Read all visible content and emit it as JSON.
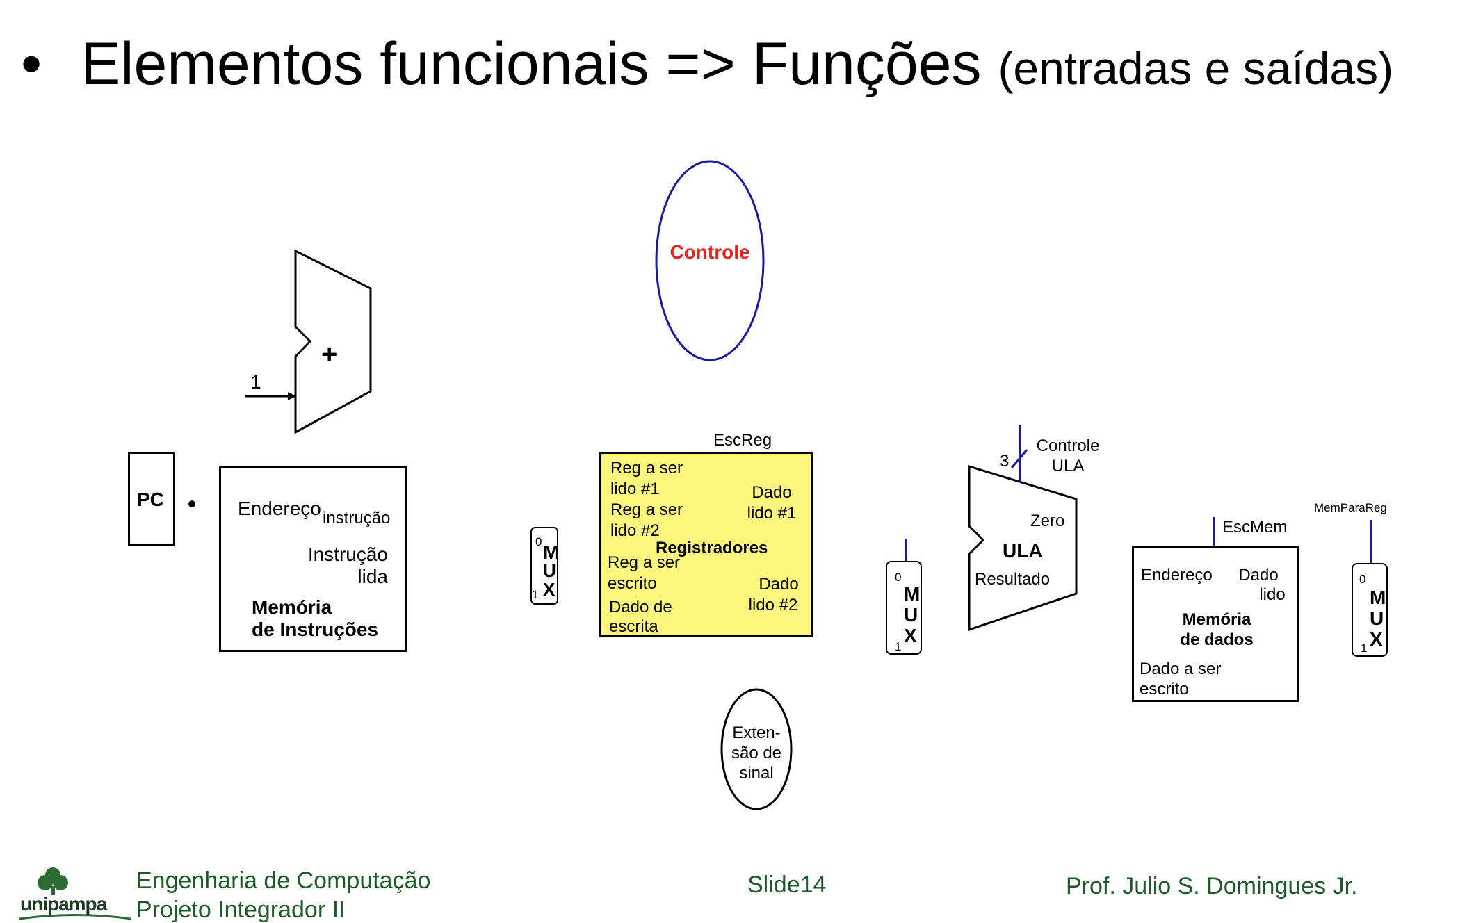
{
  "slide": {
    "title_main": "Elementos funcionais => Funções",
    "title_sub": "(entradas e saídas)",
    "bullet": "•"
  },
  "adder": {
    "symbol": "+",
    "input_constant": "1"
  },
  "pc": {
    "label": "PC"
  },
  "instruction_memory": {
    "address": "Endereço",
    "instruction": "instrução",
    "read_instruction_1": "Instrução",
    "read_instruction_2": "lida",
    "title_1": "Memória",
    "title_2": "de Instruções"
  },
  "control": {
    "label": "Controle",
    "color": "#e8231c",
    "outline_color": "#1a1a9c"
  },
  "registers": {
    "signal": "EscReg",
    "read_reg1_1": "Reg a ser",
    "read_reg1_2": "lido #1",
    "read_reg2_1": "Reg a ser",
    "read_reg2_2": "lido #2",
    "write_reg_1": "Reg a ser",
    "write_reg_2": "escrito",
    "write_data_1": "Dado de",
    "write_data_2": "escrita",
    "read_data1_1": "Dado",
    "read_data1_2": "lido #1",
    "read_data2_1": "Dado",
    "read_data2_2": "lido #2",
    "title": "Registradores",
    "fill_color": "#fcf67c"
  },
  "mux_1": {
    "zero": "0",
    "one": "1",
    "m": "M",
    "u": "U",
    "x": "X"
  },
  "mux_2": {
    "zero": "0",
    "one": "1",
    "m": "M",
    "u": "U",
    "x": "X"
  },
  "mux_3": {
    "zero": "0",
    "one": "1",
    "m": "M",
    "u": "U",
    "x": "X"
  },
  "sign_extend": {
    "line_1": "Exten-",
    "line_2": "são de",
    "line_3": "sinal"
  },
  "alu": {
    "control_1": "Controle",
    "control_2": "ULA",
    "width": "3",
    "zero": "Zero",
    "title": "ULA",
    "result": "Resultado"
  },
  "data_memory": {
    "signal": "EscMem",
    "address": "Endereço",
    "read_data_1": "Dado",
    "read_data_2": "lido",
    "title_1": "Memória",
    "title_2": "de dados",
    "write_data_1": "Dado a ser",
    "write_data_2": "escrito"
  },
  "mem_to_reg": {
    "signal": "MemParaReg"
  },
  "footer": {
    "logo_text": "unipampa",
    "course": "Engenharia de Computação",
    "discipline": "Projeto Integrador II",
    "slide": "Slide14",
    "professor": "Prof. Julio S. Domingues Jr.",
    "color": "#1e5a28"
  }
}
